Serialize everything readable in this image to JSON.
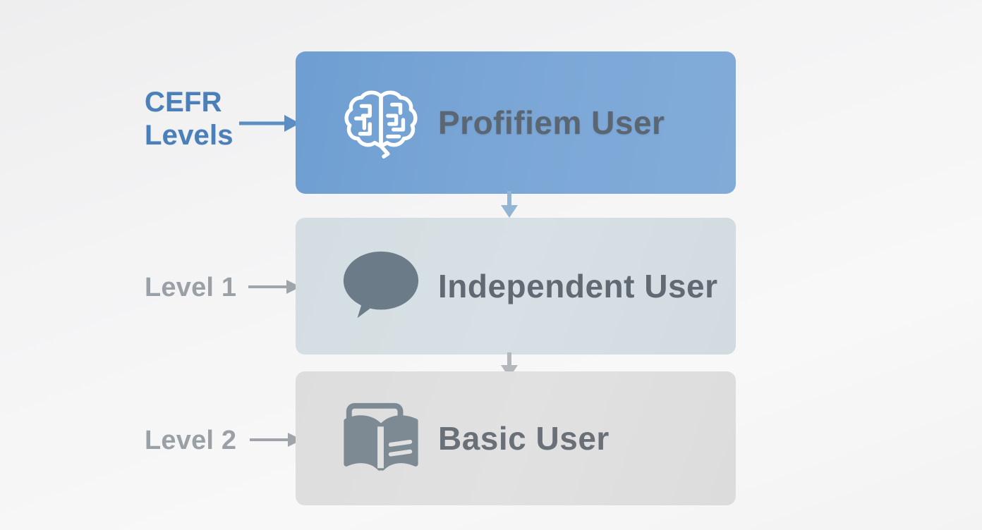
{
  "diagram": {
    "title_label": "CEFR Levels",
    "side_labels": [
      {
        "id": "cefr",
        "line1": "CEFR",
        "line2": "Levels",
        "color": "#4a7fb8",
        "icon": "right-arrow-icon"
      },
      {
        "id": "level1",
        "text": "Level 1",
        "color": "#9aa1a6",
        "icon": "right-arrow-icon"
      },
      {
        "id": "level2",
        "text": "Level 2",
        "color": "#9aa1a6",
        "icon": "right-arrow-icon"
      }
    ],
    "levels": [
      {
        "id": "proficient",
        "label": "Profifiem User",
        "icon": "brain-icon",
        "box_color": "#7aa6d6",
        "text_color": "#5a6672"
      },
      {
        "id": "independent",
        "label": "Independent User",
        "icon": "speech-bubble-icon",
        "box_color": "#d6dfe3",
        "text_color": "#616a72"
      },
      {
        "id": "basic",
        "label": "Basic User",
        "icon": "open-book-icon",
        "box_color": "#dedede",
        "text_color": "#6a7078"
      }
    ],
    "connectors": [
      {
        "id": "connector-1",
        "icon": "arrow-down-icon",
        "color": "#93b4d4",
        "from": "proficient",
        "to": "independent"
      },
      {
        "id": "connector-2",
        "icon": "arrow-down-icon",
        "color": "#b4b8bb",
        "from": "independent",
        "to": "basic"
      }
    ],
    "background_color": "#f4f4f5"
  }
}
